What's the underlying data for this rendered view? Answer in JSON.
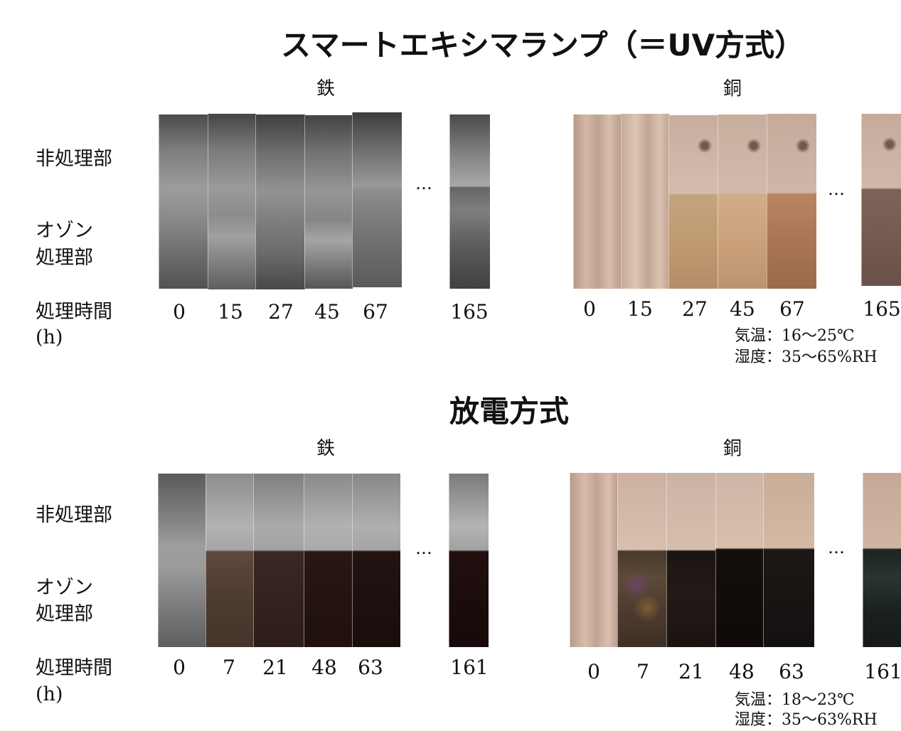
{
  "uv_section": {
    "title": "スマートエキシマランプ（＝UV方式）",
    "iron": {
      "heading": "鉄",
      "row_untreated": "非処理部",
      "row_ozone_1": "オゾン",
      "row_ozone_2": "処理部",
      "time_label_1": "処理時間",
      "time_label_2": "(h)",
      "times": [
        "0",
        "15",
        "27",
        "45",
        "67",
        "165"
      ],
      "ellipsis": "…"
    },
    "copper": {
      "heading": "銅",
      "times": [
        "0",
        "15",
        "27",
        "45",
        "67",
        "165"
      ],
      "ellipsis": "…",
      "temperature": "気温：16～25℃",
      "humidity": "湿度：35～65%RH"
    }
  },
  "discharge_section": {
    "title": "放電方式",
    "iron": {
      "heading": "鉄",
      "row_untreated": "非処理部",
      "row_ozone_1": "オゾン",
      "row_ozone_2": "処理部",
      "time_label_1": "処理時間",
      "time_label_2": "(h)",
      "times": [
        "0",
        "7",
        "21",
        "48",
        "63",
        "161"
      ],
      "ellipsis": "…"
    },
    "copper": {
      "heading": "銅",
      "times": [
        "0",
        "7",
        "21",
        "48",
        "63",
        "161"
      ],
      "ellipsis": "…",
      "temperature": "気温：18～23℃",
      "humidity": "湿度：35～63%RH"
    }
  }
}
